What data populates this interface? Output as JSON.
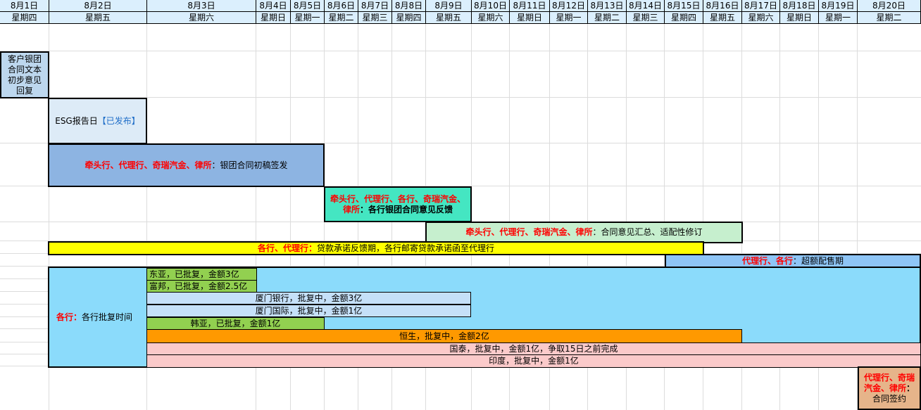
{
  "header": {
    "dates": [
      "8月1日",
      "8月2日",
      "8月3日",
      "8月4日",
      "8月5日",
      "8月6日",
      "8月7日",
      "8月8日",
      "8月9日",
      "8月10日",
      "8月11日",
      "8月12日",
      "8月13日",
      "8月14日",
      "8月15日",
      "8月16日",
      "8月17日",
      "8月18日",
      "8月19日",
      "8月20日"
    ],
    "weekdays": [
      "星期四",
      "星期五",
      "星期六",
      "星期日",
      "星期一",
      "星期二",
      "星期三",
      "星期四",
      "星期五",
      "星期六",
      "星期日",
      "星期一",
      "星期二",
      "星期三",
      "星期四",
      "星期五",
      "星期六",
      "星期日",
      "星期一",
      "星期二"
    ]
  },
  "tasks": {
    "client_feedback": "客户银团合同文本初步意见回复",
    "esg": {
      "main": "ESG报告日",
      "status": "【已发布】"
    },
    "draft": {
      "parties": "牵头行、代理行、奇瑞汽金、律所",
      "sep": "：",
      "text": "银团合同初稿签发"
    },
    "opinion": {
      "parties": "牵头行、代理行、各行、奇瑞汽金、律所",
      "sep": "：",
      "text": "各行银团合同意见反馈"
    },
    "summary": {
      "parties": "牵头行、代理行、奇瑞汽金、律所",
      "sep": "：",
      "text": "合同意见汇总、适配性修订"
    },
    "commitment": {
      "parties": "各行、代理行",
      "sep": "：",
      "text": "贷款承诺反馈期，各行邮寄贷款承诺函至代理行"
    },
    "oversub": {
      "parties": "代理行、各行",
      "sep": "：",
      "text": "超额配售期"
    },
    "approval": {
      "parties": "各行",
      "sep": "：",
      "text": "各行批复时间"
    },
    "signing": {
      "parties": "代理行、奇瑞汽金、律所",
      "sep": "：",
      "text": "合同签约"
    }
  },
  "banks": [
    {
      "text": "东亚，已批复，金额3亿",
      "status": "approved"
    },
    {
      "text": "富邦，已批复，金额2.5亿",
      "status": "approved"
    },
    {
      "text": "厦门银行，批复中，金额3亿",
      "status": "pending"
    },
    {
      "text": "厦门国际，批复中，金额1亿",
      "status": "pending"
    },
    {
      "text": "韩亚，已批复，金额1亿",
      "status": "approved"
    },
    {
      "text": "恒生，批复中，金额2亿",
      "status": "pending-orange"
    },
    {
      "text": "国泰，批复中，金额1亿，争取15日之前完成",
      "status": "pending-pink"
    },
    {
      "text": "印度，批复中，金额1亿",
      "status": "pending-pink"
    }
  ],
  "colors": {
    "header_bg": "#dbeffd",
    "client_feedback": "#bdd7ee",
    "esg": "#ddebf7",
    "draft": "#8db4e2",
    "opinion": "#44e6c2",
    "summary": "#c6efce",
    "commitment": "#ffff00",
    "oversub": "#8ec5f6",
    "approval": "#8bdbfb",
    "approved": "#92d050",
    "pending": "#c5e0f8",
    "pending_orange": "#ff9900",
    "pending_pink": "#fbcaca",
    "signing": "#e6b48a",
    "party_red": "#ff0000",
    "status_blue": "#1f6ec8"
  }
}
